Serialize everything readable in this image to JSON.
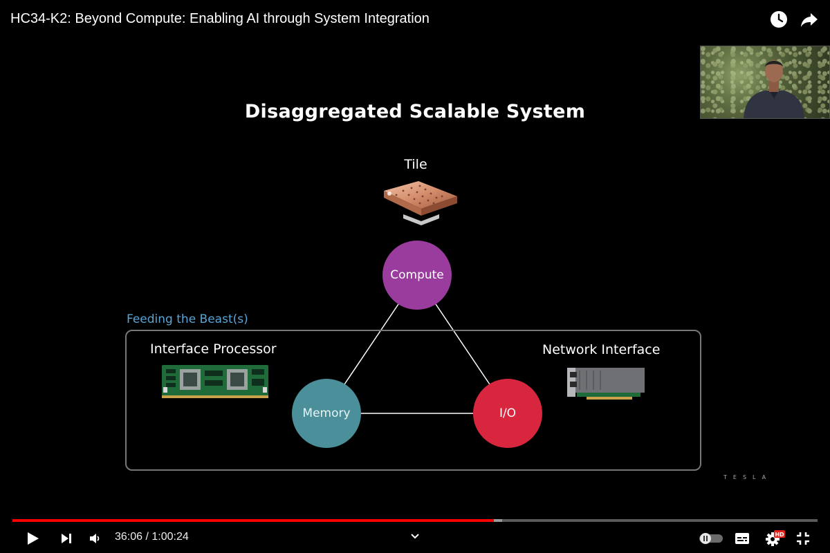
{
  "header": {
    "title": "HC34-K2: Beyond Compute: Enabling AI through System Integration",
    "watch_later_icon": "clock-icon",
    "share_icon": "share-arrow-icon"
  },
  "slide": {
    "title": "Disaggregated Scalable System",
    "tile_label": "Tile",
    "group_label": "Feeding the Beast(s)",
    "nodes": {
      "compute": "Compute",
      "memory": "Memory",
      "io": "I/O"
    },
    "interface_processor_label": "Interface Processor",
    "network_interface_label": "Network Interface",
    "brand": "TESLA",
    "colors": {
      "compute": "#9a3b9e",
      "memory": "#4a8f9a",
      "io": "#d8263e",
      "group_label": "#5aa5d6"
    }
  },
  "player": {
    "current_time": "36:06",
    "duration": "1:00:24",
    "time_display": "36:06 / 1:00:24",
    "played_fraction": 0.598,
    "buffered_fraction": 0.608,
    "progress_color": "#ff0000",
    "quality_badge": "HD",
    "icons": [
      "play-icon",
      "next-icon",
      "volume-icon",
      "chevron-down-icon",
      "autoplay-toggle-icon",
      "subtitles-icon",
      "settings-icon",
      "exit-fullscreen-icon"
    ]
  }
}
